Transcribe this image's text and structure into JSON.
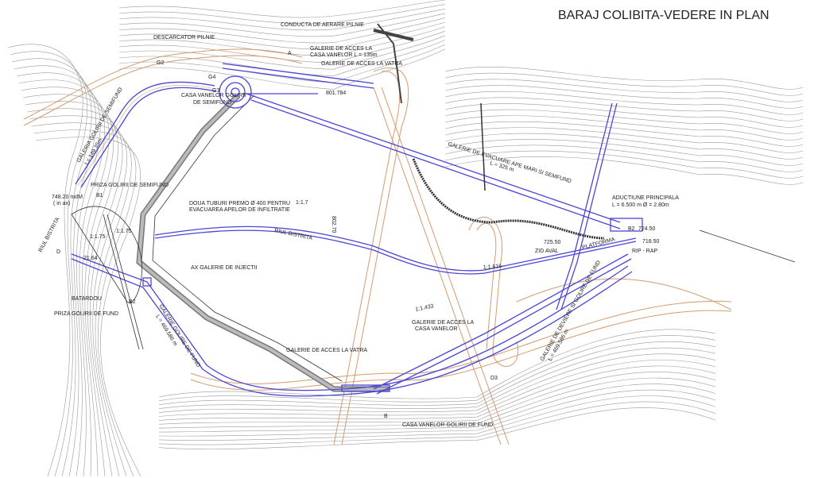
{
  "title": "BARAJ COLIBITA-VEDERE IN PLAN",
  "labels": {
    "conducta_aerare": "CONDUCTA DE AERARE PILNIE",
    "descarcator": "DESCARCATOR PILNIE",
    "acces_casa_1": "GALERIE DE ACCES LA",
    "acces_casa_2": "CASA VANELOR L = 135m",
    "acces_vatra_top": "GALERIE DE ACCES LA VATRA",
    "elev_801": "801.784",
    "casa_semifund_1": "CASA VANELOR GOLIRII",
    "casa_semifund_2": "DE SEMIFUND",
    "g2": "G2",
    "g4": "G4",
    "g3": "G3",
    "a": "A",
    "galeria_semifund": "GALERIA GOLIRII DE SEMIFUND",
    "galeria_semifund_len": "L= 149.35m",
    "priza_semifund": "PRIZA GOLIRII DE SEMIFUND",
    "elev_748": "748.20 mdM",
    "in_ax": "( in ax)",
    "b1": "B1",
    "tuburi_1": "DOUA TUBURI PREMO Ø 400 PENTRU",
    "tuburi_2": "EVACUAREA APELOR DE INFILTRATIE",
    "slope_17": "1:1.7",
    "riul_center": "RIUL BISTRITA",
    "elev_802": "802.70",
    "riul_left": "RIUL BISTRITA",
    "slope_175a": "1:1.75",
    "slope_175b": "1:1.75",
    "d": "D",
    "val_2164": "21.64",
    "ax_injectii": "AX GALERIE DE INJECTII",
    "batardou": "BATARDOU",
    "b2_left": "B2",
    "priza_fund": "PRIZA GOLIRII DE FUND",
    "galerie_golire_fund": "GALERIE GOLIRE DE FUND",
    "galerie_golire_fund_len": "L = 469.586 m",
    "acces_vatra_bottom": "GALERIE DE ACCES LA VATRA",
    "slope_1433": "1:1.433",
    "acces_casa_b1": "GALERIE DE ACCES LA",
    "acces_casa_b2": "CASA VANELOR",
    "d3": "D3",
    "b": "B",
    "casa_fund": "CASA VANELOR GOLIRII DE FUND",
    "deviere": "GALERIE DE DEVIERE SI GOLIRE DE FUND",
    "deviere_len": "L = 469.586 m",
    "evacuare": "GALERIE DE EVACUARE APE MARI SI SEMFUND",
    "evacuare_len": "L = 325 m",
    "aductiune_1": "ADUCTIUNE PRINCIPALA",
    "aductiune_2": "L = 6.500 m Ø = 2.80m",
    "elev_72550": "725.50",
    "zid_aval": "ZID AVAL",
    "b2_right": "B2",
    "elev_72450": "724.50",
    "elev_71850": "718.50",
    "rip_rap": "RIP - RAP",
    "platforma": "PLATFORMA",
    "slope_1616": "1:1.616"
  }
}
